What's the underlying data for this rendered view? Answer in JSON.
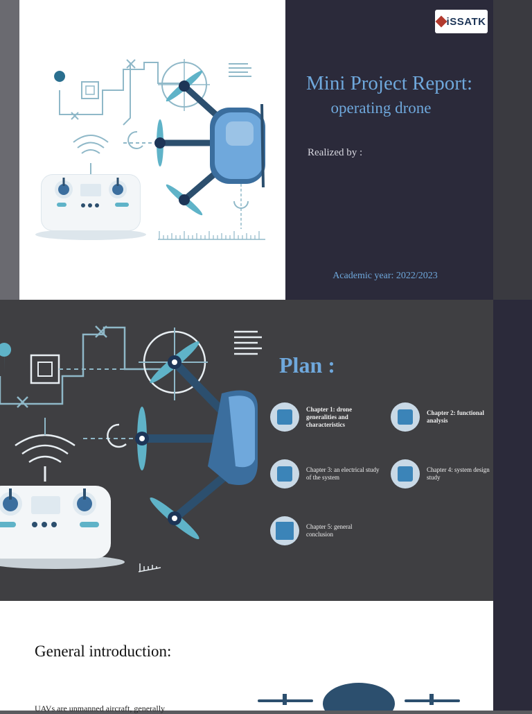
{
  "slide1": {
    "logo_text": "iSSATK",
    "title": "Mini Project Report:",
    "subtitle": "operating drone",
    "realized_by": "Realized by :",
    "academic_year": "Academic year: 2022/2023"
  },
  "slide2": {
    "plan_title": "Plan :",
    "chapters": [
      {
        "label": "Chapter 1: drone generalities and characteristics",
        "icon": "chess-icon"
      },
      {
        "label": "Chapter 2: functional analysis",
        "icon": "puzzle-icon"
      },
      {
        "label": "Chapter 3: an electrical study of the system",
        "icon": "person-icon"
      },
      {
        "label": "Chapter 4: system design study",
        "icon": "gears-icon"
      },
      {
        "label": "Chapter 5: general conclusion",
        "icon": "square-icon"
      }
    ]
  },
  "slide3": {
    "title": "General introduction:",
    "text": "UAVs are unmanned aircraft, generally"
  },
  "colors": {
    "accent": "#6fa8dc",
    "dark_panel": "#2b2a3a",
    "drone_blue": "#3b84b8",
    "slide2_bg": "#3f3f42"
  }
}
